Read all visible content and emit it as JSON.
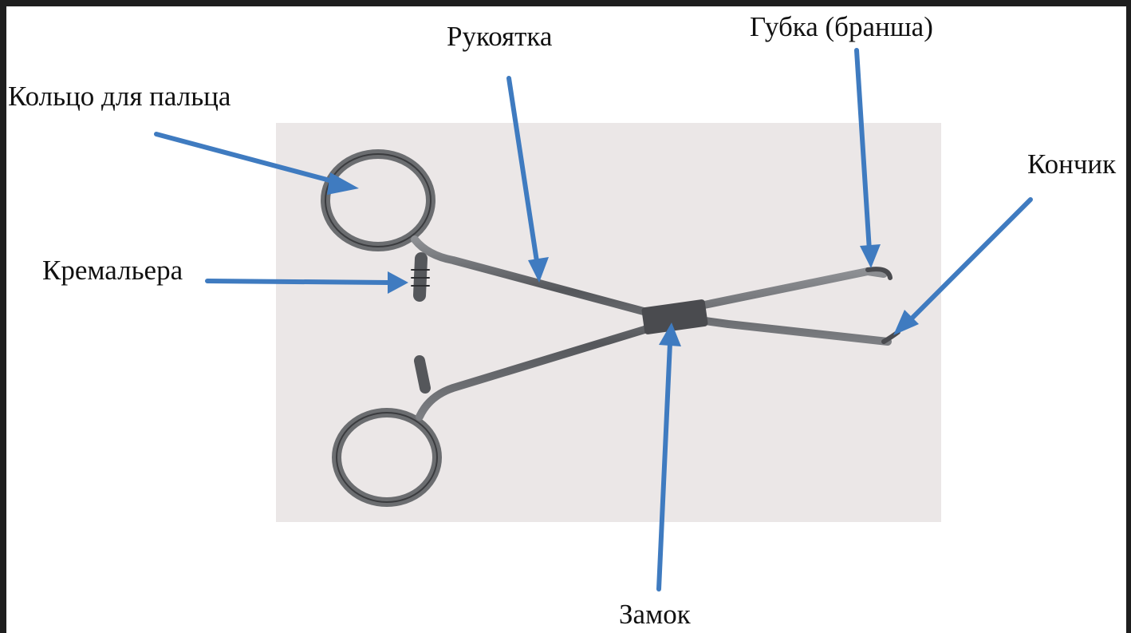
{
  "labels": {
    "finger_ring": "Кольцо для пальца",
    "handle": "Рукоятка",
    "jaw": "Губка (бранша)",
    "tip": "Кончик",
    "ratchet": "Кремальера",
    "box_lock": "Замок"
  },
  "colors": {
    "frame": "#1e1e1e",
    "photo_background": "#ebe7e7",
    "arrow": "#3f7bc0",
    "metal": "#6b6d70",
    "metal_dark": "#3a3b3e"
  },
  "icons": {
    "instrument": "hemostatic-forceps"
  }
}
